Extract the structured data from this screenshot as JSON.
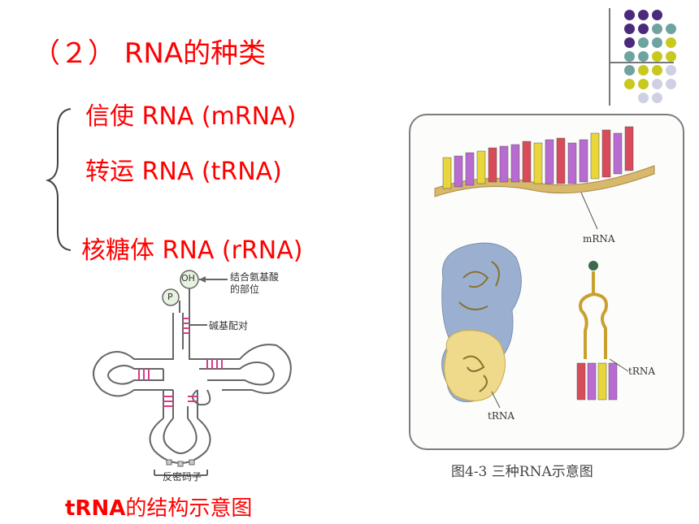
{
  "title": {
    "number": "（２）",
    "text": "RNA的种类"
  },
  "rna_types": [
    {
      "label": "信使 RNA  (mRNA)"
    },
    {
      "label": "转运 RNA (tRNA)"
    },
    {
      "label": "核糖体 RNA (rRNA)"
    }
  ],
  "trna_diagram": {
    "oh_label": "OH",
    "p_label": "P",
    "amino_site_line1": "结合氨基酸",
    "amino_site_line2": "的部位",
    "base_pair_label": "碱基配对",
    "anticodon_label": "反密码子",
    "caption_bold": "tRNA",
    "caption_rest": "的结构示意图"
  },
  "figure": {
    "mrna_label": "mRNA",
    "trna_label_left": "tRNA",
    "trna_label_right": "tRNA",
    "caption": "图4-3  三种RNA示意图"
  },
  "colors": {
    "accent_red": "#ff0000",
    "dot_purple": "#4b2a7b",
    "dot_teal": "#6fa3a0",
    "dot_yellow": "#c8c81e",
    "dot_lavender": "#cfd0e3"
  }
}
